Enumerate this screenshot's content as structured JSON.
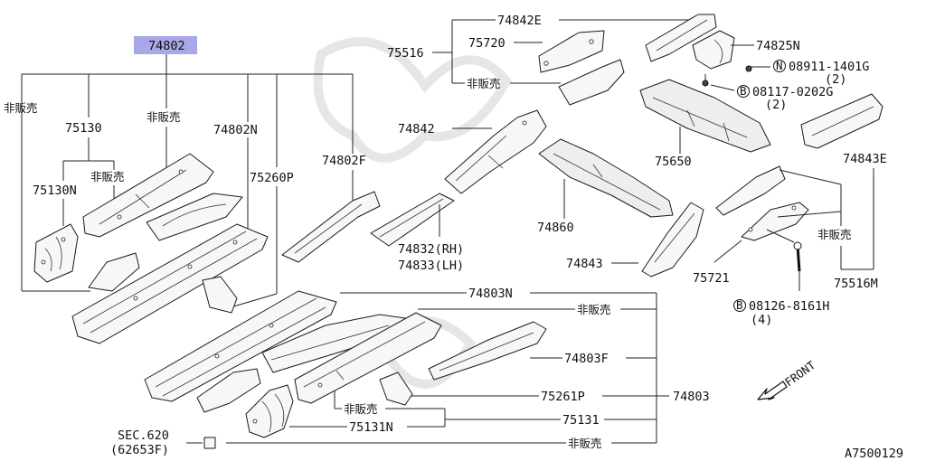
{
  "labels": {
    "main_assembly": "74802",
    "not_sold": "非販売",
    "p75130": "75130",
    "p75130N": "75130N",
    "p74802N": "74802N",
    "p75260P": "75260P",
    "p74802F": "74802F",
    "p74832": "74832(RH)",
    "p74833": "74833(LH)",
    "p75516": "75516",
    "p74842E": "74842E",
    "p75720": "75720",
    "p74842": "74842",
    "p74825N": "74825N",
    "p08911": "08911-1401G",
    "p08911_qty": "(2)",
    "p08117": "08117-0202G",
    "p08117_qty": "(2)",
    "p75650": "75650",
    "p74843E": "74843E",
    "p74860": "74860",
    "p74843": "74843",
    "p75721": "75721",
    "p75516M": "75516M",
    "p08126": "08126-8161H",
    "p08126_qty": "(4)",
    "p74803N": "74803N",
    "p74803F": "74803F",
    "p75261P": "75261P",
    "p74803": "74803",
    "p75131": "75131",
    "p75131N": "75131N",
    "sec620": "SEC.620",
    "sec620_sub": "(62653F)",
    "front": "FRONT",
    "diagram_id": "A7500129",
    "circle_n": "N",
    "circle_b": "B"
  },
  "colors": {
    "highlight": "#a8a8e8",
    "line": "#222222"
  },
  "icons": [
    "front-arrow-icon",
    "n-circle-icon",
    "b-circle-icon"
  ]
}
